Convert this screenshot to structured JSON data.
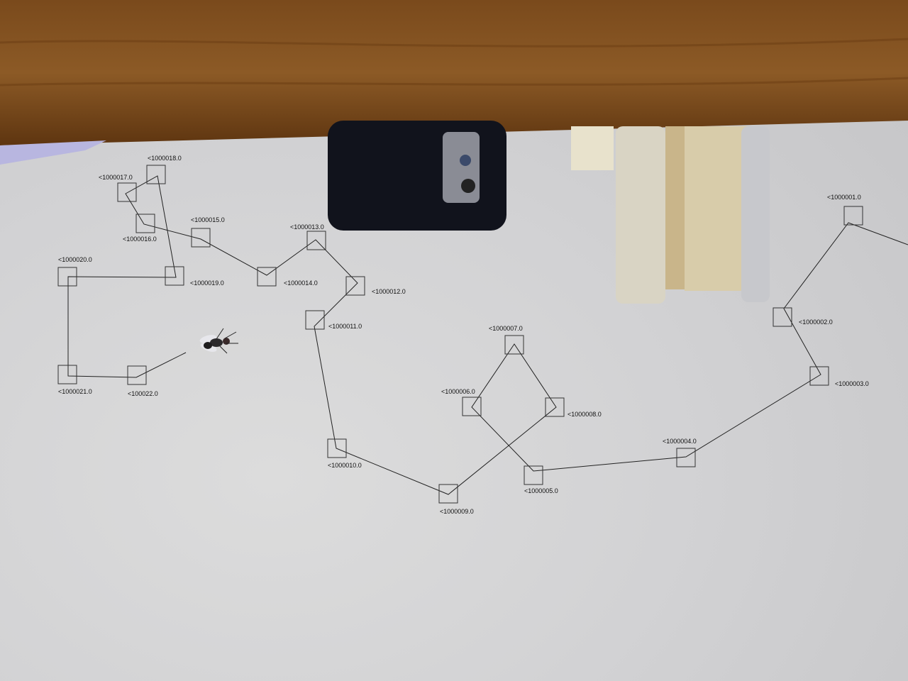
{
  "track": {
    "line_color": "#222222",
    "nodes": [
      {
        "id": 1,
        "label": "<1000001.0"
      },
      {
        "id": 2,
        "label": "<1000002.0"
      },
      {
        "id": 3,
        "label": "<1000003.0"
      },
      {
        "id": 4,
        "label": "<1000004.0"
      },
      {
        "id": 5,
        "label": "<1000005.0"
      },
      {
        "id": 6,
        "label": "<1000006.0"
      },
      {
        "id": 7,
        "label": "<1000007.0"
      },
      {
        "id": 8,
        "label": "<1000008.0"
      },
      {
        "id": 9,
        "label": "<1000009.0"
      },
      {
        "id": 10,
        "label": "<1000010.0"
      },
      {
        "id": 11,
        "label": "<1000011.0"
      },
      {
        "id": 12,
        "label": "<1000012.0"
      },
      {
        "id": 13,
        "label": "<1000013.0"
      },
      {
        "id": 14,
        "label": "<1000014.0"
      },
      {
        "id": 15,
        "label": "<1000015.0"
      },
      {
        "id": 16,
        "label": "<1000016.0"
      },
      {
        "id": 17,
        "label": "<1000017.0"
      },
      {
        "id": 18,
        "label": "<1000018.0"
      },
      {
        "id": 19,
        "label": "<1000019.0"
      },
      {
        "id": 20,
        "label": "<1000020.0"
      },
      {
        "id": 21,
        "label": "<1000021.0"
      },
      {
        "id": 22,
        "label": "<100022.0"
      }
    ]
  }
}
